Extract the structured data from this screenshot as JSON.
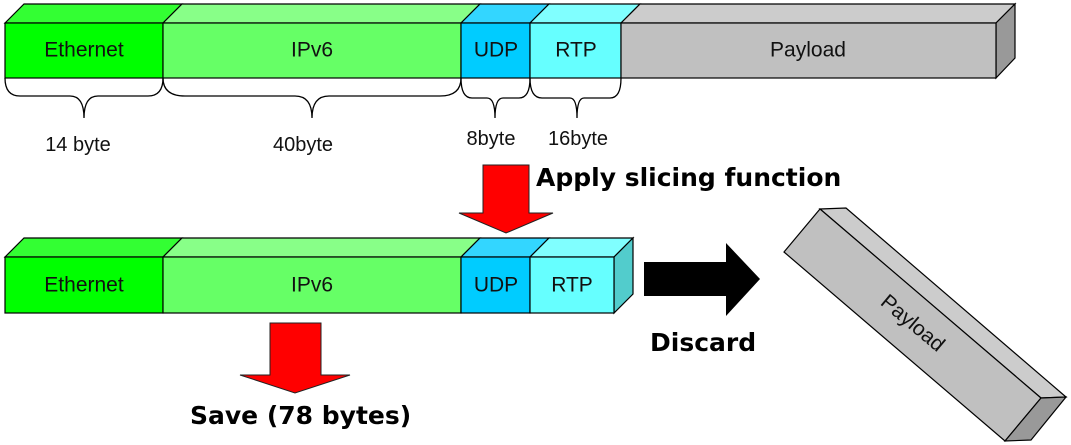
{
  "original_packet": {
    "segments": [
      {
        "id": "ethernet",
        "label": "Ethernet",
        "size_label": "14 byte",
        "color": "#00ff00",
        "top_color": "#33ff33"
      },
      {
        "id": "ipv6",
        "label": "IPv6",
        "size_label": "40byte",
        "color": "#66ff66",
        "top_color": "#88ff88"
      },
      {
        "id": "udp",
        "label": "UDP",
        "size_label": "8byte",
        "color": "#00ccff",
        "top_color": "#33d6ff"
      },
      {
        "id": "rtp",
        "label": "RTP",
        "size_label": "16byte",
        "color": "#66ffff",
        "top_color": "#80ffff"
      },
      {
        "id": "payload",
        "label": "Payload",
        "size_label": "",
        "color": "#c0c0c0",
        "top_color": "#cccccc",
        "side_color": "#999999"
      }
    ]
  },
  "sliced_packet": {
    "segments": [
      {
        "id": "ethernet",
        "label": "Ethernet",
        "color": "#00ff00",
        "top_color": "#33ff33"
      },
      {
        "id": "ipv6",
        "label": "IPv6",
        "color": "#66ff66",
        "top_color": "#88ff88"
      },
      {
        "id": "udp",
        "label": "UDP",
        "color": "#00ccff",
        "top_color": "#33d6ff"
      },
      {
        "id": "rtp",
        "label": "RTP",
        "color": "#66ffff",
        "top_color": "#80ffff",
        "side_color": "#52cccc"
      }
    ]
  },
  "discarded_payload": {
    "label": "Payload",
    "color": "#c0c0c0",
    "top_color": "#cccccc",
    "side_color": "#999999"
  },
  "annotations": {
    "apply": "Apply slicing function",
    "discard": "Discard",
    "save": "Save (78 bytes)"
  },
  "arrow_colors": {
    "red": "#ff0000",
    "black": "#000000"
  }
}
